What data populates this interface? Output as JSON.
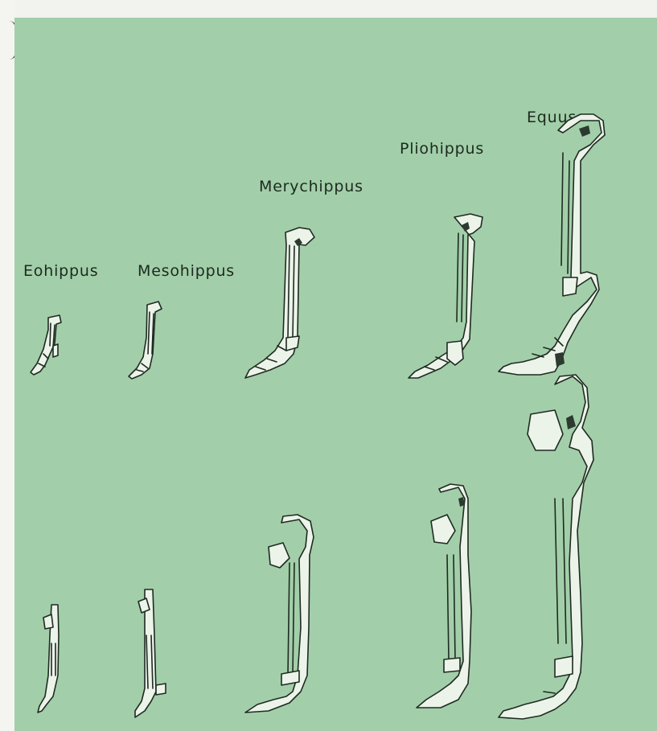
{
  "figure": {
    "labels": {
      "eohippus": "Eohippus",
      "mesohippus": "Mesohippus",
      "merychippus": "Merychippus",
      "pliohippus": "Pliohippus",
      "equus": "Equus"
    },
    "colors": {
      "plate_background": "#a2cfa9",
      "bone_fill": "#ecf4e9",
      "ink": "#1f2a22"
    }
  }
}
